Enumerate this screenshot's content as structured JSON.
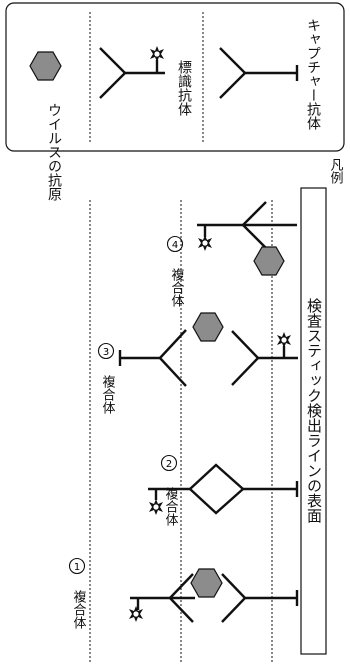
{
  "legend": {
    "title": "凡例",
    "items": [
      {
        "label": "ウイルスの抗原",
        "icon": "virus-antigen-icon"
      },
      {
        "label": "標識抗体",
        "icon": "labeled-antibody-icon"
      },
      {
        "label": "キャプチャー抗体",
        "icon": "capture-antibody-icon"
      }
    ]
  },
  "surface_label": "検査スティック検出ラインの表面",
  "complexes": [
    {
      "label": "複合体",
      "number": "1"
    },
    {
      "label": "複合体",
      "number": "2"
    },
    {
      "label": "複合体",
      "number": "3"
    },
    {
      "label": "複合体",
      "number": "4"
    }
  ],
  "colors": {
    "antigen_fill": "#8c8c8c",
    "line": "#111111",
    "label_marker": "#222222"
  }
}
